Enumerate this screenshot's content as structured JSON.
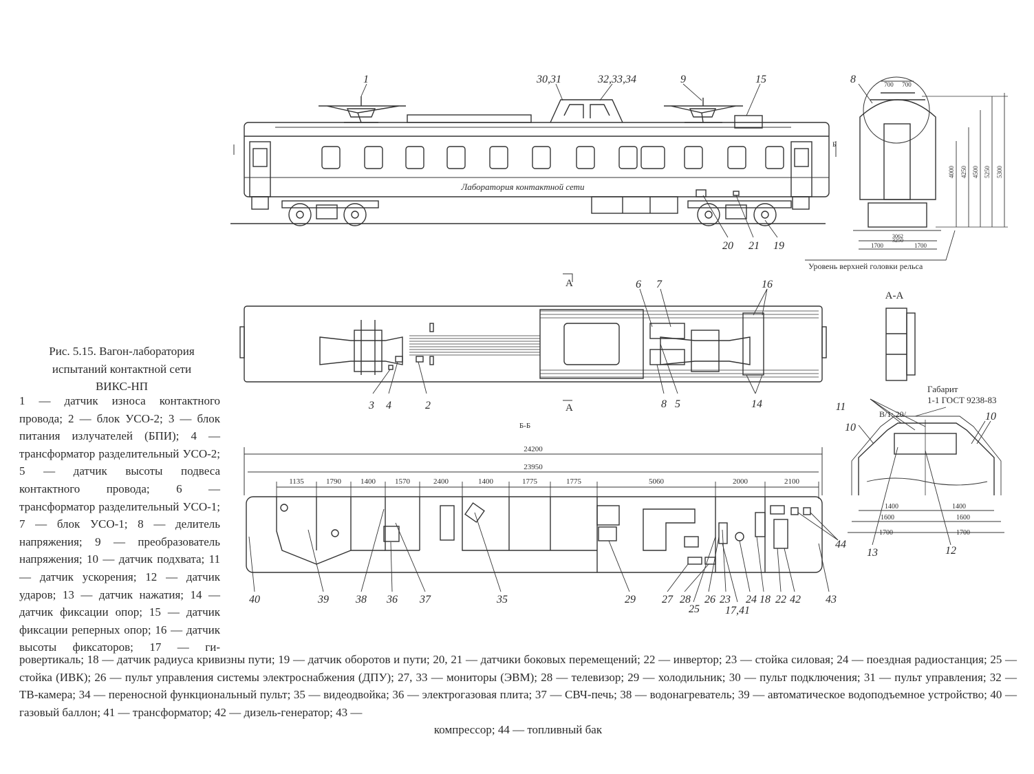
{
  "figure": {
    "title_lines": [
      "Рис. 5.15. Вагон-лаборатория",
      "испытаний контактной сети",
      "ВИКС-НП"
    ],
    "car_side_inscription": "Лаборатория контактной сети"
  },
  "legend_left": "1 — датчик износа контактного провода; 2 — блок УСО-2; 3 — блок питания излучателей (БПИ); 4 — трансформатор разделительный УСО-2; 5 — датчик высоты подвеса контактного провода; 6 — трансформатор разделительный УСО-1; 7 — блок УСО-1; 8 — делитель напряжения; 9 — преобразователь напряжения; 10 — датчик подхвата; 11 — датчик ускорения; 12 — датчик ударов; 13 — датчик нажатия; 14 — датчик фиксации опор; 15 — датчик фиксации реперных опор; 16 — датчик высоты фиксаторов; 17 — ги-",
  "legend_bottom": "ровертикаль; 18 — датчик радиуса кривизны пути; 19 — датчик оборотов и пути; 20, 21 — датчики боковых перемещений; 22 — инвертор; 23 — стойка силовая; 24 — поездная радиостанция; 25 — стойка (ИВК); 26 — пульт управления системы электроснабжения (ДПУ); 27, 33 — мониторы (ЭВМ); 28 — телевизор; 29 — холодильник; 30 — пульт подключения; 31 — пульт управления; 32 — ТВ-камера; 34 — переносной функциональный пульт; 35 — видеодвойка; 36 — электрогазовая плита; 37 — СВЧ-печь; 38 — водонагреватель; 39 — автоматическое водоподъемное устройство; 40 — газовый баллон; 41 — трансформатор; 42 — дизель-генератор; 43 —",
  "legend_bottom_last": "компрессор; 44 — топливный бак",
  "labels": {
    "side_view": [
      "1",
      "30,31",
      "32,33,34",
      "9",
      "15",
      "20",
      "21",
      "19"
    ],
    "top_view": [
      "6",
      "7",
      "16",
      "3",
      "4",
      "2",
      "8",
      "5",
      "14"
    ],
    "plan_view": [
      "40",
      "39",
      "38",
      "36",
      "37",
      "35",
      "29",
      "27",
      "28",
      "25",
      "26",
      "23",
      "17,41",
      "24",
      "18",
      "22",
      "42",
      "43",
      "44"
    ],
    "end_view": [
      "8"
    ],
    "gabarit_view": [
      "11",
      "10",
      "10",
      "13",
      "12"
    ]
  },
  "section_marks": {
    "a_top": "А",
    "a_bottom": "А",
    "aa_title": "А-А",
    "bb_title": "Б-Б",
    "b_mark": "Б"
  },
  "dimensions": {
    "overall_24200": "24200",
    "overall_23950": "23950",
    "segments": [
      "1135",
      "1790",
      "1400",
      "1570",
      "2400",
      "1400",
      "1775",
      "1775",
      "5060",
      "2000",
      "2100"
    ],
    "end_widths": [
      "700",
      "700"
    ],
    "end_heights": [
      "4000",
      "4250",
      "4500",
      "5250",
      "5300"
    ],
    "end_bottom": [
      "3062",
      "3250",
      "1700",
      "1700"
    ],
    "gabarit_bottom": [
      "1400",
      "1400",
      "1600",
      "1600",
      "1700",
      "1700"
    ]
  },
  "rail_level_note": "Уровень верхней головки рельса",
  "gabarit_note_lines": [
    "Габарит",
    "1-1 ГОСТ 9238-83"
  ],
  "scale_note": "В/1: 20/"
}
